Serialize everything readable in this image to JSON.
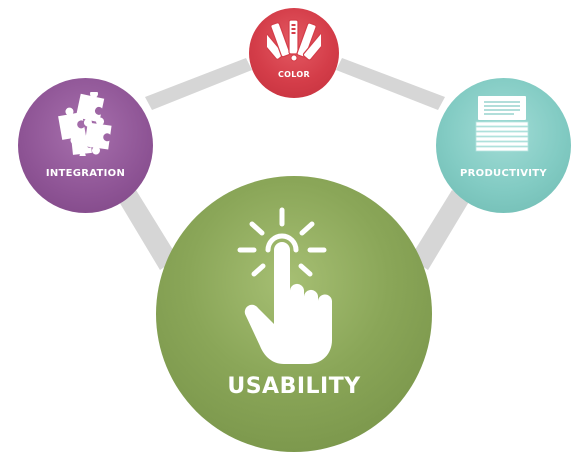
{
  "diagram": {
    "center": {
      "label": "USABILITY",
      "icon": "hand-pointer-click-icon",
      "color": "#8aa658"
    },
    "satellites": [
      {
        "id": "color",
        "label": "COLOR",
        "icon": "color-swatch-fan-icon",
        "color": "#d43d49"
      },
      {
        "id": "integration",
        "label": "INTEGRATION",
        "icon": "puzzle-pieces-icon",
        "color": "#8e5495"
      },
      {
        "id": "productivity",
        "label": "PRODUCTIVITY",
        "icon": "paper-stack-icon",
        "color": "#82cbc3"
      }
    ],
    "connector_color": "#d6d6d6"
  }
}
